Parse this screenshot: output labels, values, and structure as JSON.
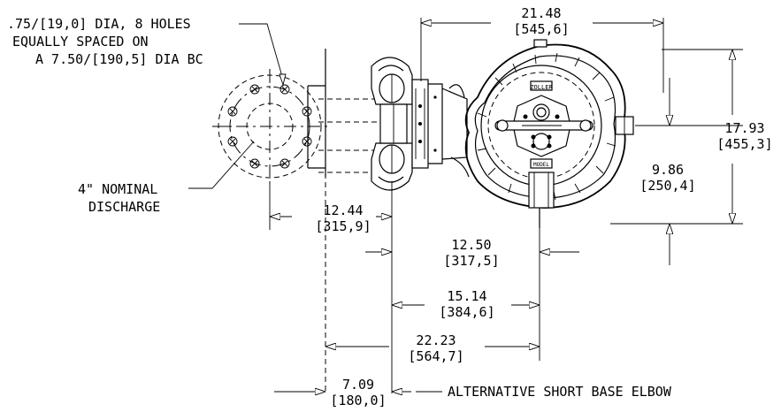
{
  "labels": {
    "holes_line1": ".75/[19,0] DIA, 8 HOLES",
    "holes_line2": "EQUALLY SPACED ON",
    "holes_line3": "A 7.50/[190,5] DIA BC",
    "discharge_line1": "4\" NOMINAL",
    "discharge_line2": "DISCHARGE",
    "alt_elbow": "ALTERNATIVE SHORT BASE ELBOW"
  },
  "dimensions": {
    "width_top": {
      "in": "21.48",
      "mm": "[545,6]"
    },
    "height_right": {
      "in": "17.93",
      "mm": "[455,3]"
    },
    "center_height": {
      "in": "9.86",
      "mm": "[250,4]"
    },
    "discharge_offset": {
      "in": "12.44",
      "mm": "[315,9]"
    },
    "center_to_base": {
      "in": "12.50",
      "mm": "[317,5]"
    },
    "base_width": {
      "in": "15.14",
      "mm": "[384,6]"
    },
    "overall_base": {
      "in": "22.23",
      "mm": "[564,7]"
    },
    "short_elbow": {
      "in": "7.09",
      "mm": "[180,0]"
    }
  }
}
